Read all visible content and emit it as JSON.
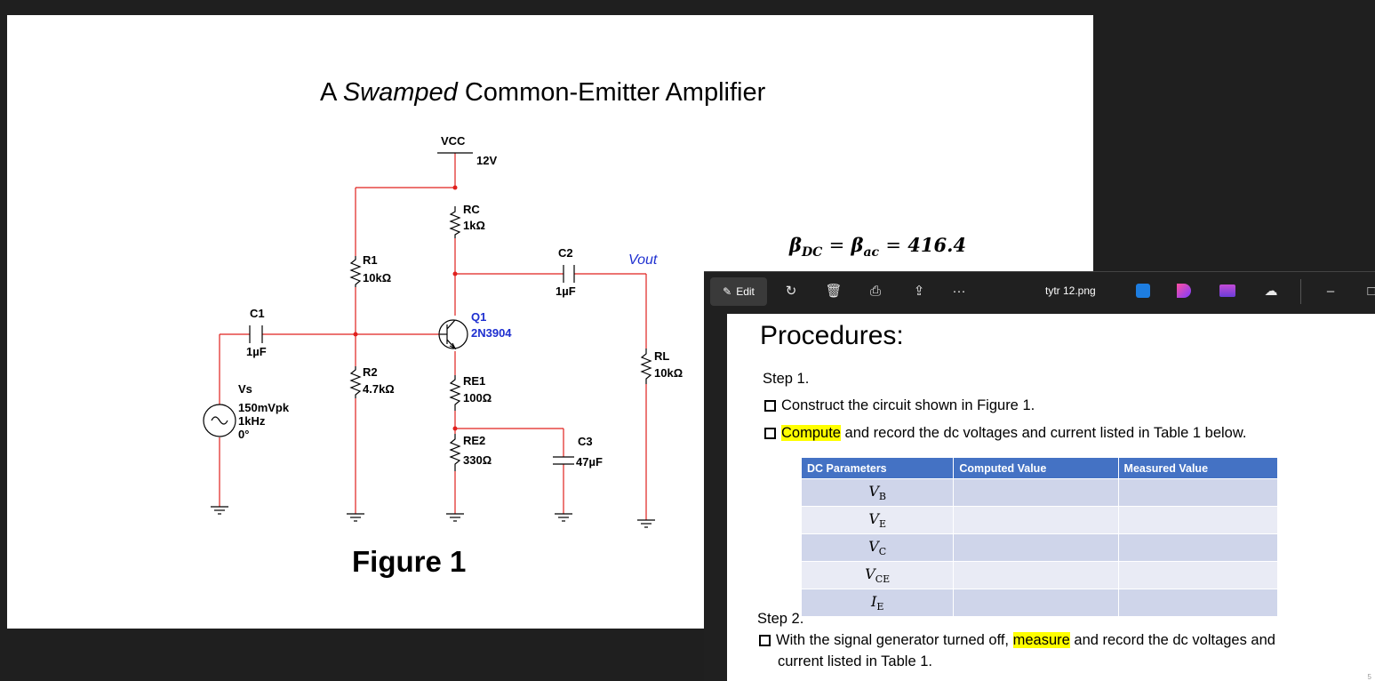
{
  "slide": {
    "title_pre": "A ",
    "title_italic": "Swamped",
    "title_post": " Common-Emitter Amplifier",
    "figure_label": "Figure 1",
    "beta_equation": {
      "beta": "β",
      "dc": "DC",
      "ac": "ac",
      "equals": "=",
      "value": "416.4"
    },
    "circuit": {
      "vcc_label": "VCC",
      "vcc_value": "12V",
      "rc_label": "RC",
      "rc_value": "1kΩ",
      "r1_label": "R1",
      "r1_value": "10kΩ",
      "r2_label": "R2",
      "r2_value": "4.7kΩ",
      "c1_label": "C1",
      "c1_value": "1µF",
      "c2_label": "C2",
      "c2_value": "1µF",
      "c3_label": "C3",
      "c3_value": "47µF",
      "q1_label": "Q1",
      "q1_value": "2N3904",
      "re1_label": "RE1",
      "re1_value": "100Ω",
      "re2_label": "RE2",
      "re2_value": "330Ω",
      "rl_label": "RL",
      "rl_value": "10kΩ",
      "vout_label": "Vout",
      "vs_label": "Vs",
      "vs_amp": "150mVpk",
      "vs_freq": "1kHz",
      "vs_phase": "0°"
    }
  },
  "viewer": {
    "edit_label": "Edit",
    "filename": "tytr 12.png",
    "icons": [
      "edit-icon",
      "rotate-icon",
      "delete-icon",
      "print-icon",
      "share-icon",
      "more-icon",
      "image-edit-icon",
      "clipchamp-icon",
      "video-icon",
      "onedrive-icon",
      "minimize-icon",
      "maximize-icon"
    ],
    "procedures_title": "Procedures:",
    "step1": "Step 1.",
    "step1_item1": "Construct the circuit shown in Figure 1.",
    "step1_item2_hl": "Compute",
    "step1_item2_rest": " and record the dc voltages and current listed in Table 1 below.",
    "table": {
      "headers": [
        "DC Parameters",
        "Computed Value",
        "Measured Value"
      ],
      "rows": [
        {
          "sym": "V",
          "sub": "B"
        },
        {
          "sym": "V",
          "sub": "E"
        },
        {
          "sym": "V",
          "sub": "C"
        },
        {
          "sym": "V",
          "sub": "CE"
        },
        {
          "sym": "I",
          "sub": "E"
        }
      ]
    },
    "step2": "Step 2.",
    "step2_pre": "With the signal generator turned off, ",
    "step2_hl": "measure",
    "step2_post": " and record the dc voltages and",
    "step2_line2": "current listed in Table 1.",
    "page_marker": "5"
  },
  "colors": {
    "wire": "#e0201d",
    "accent_text": "#1e2fd0",
    "table_header": "#4472c4",
    "highlight": "#ffff00"
  }
}
